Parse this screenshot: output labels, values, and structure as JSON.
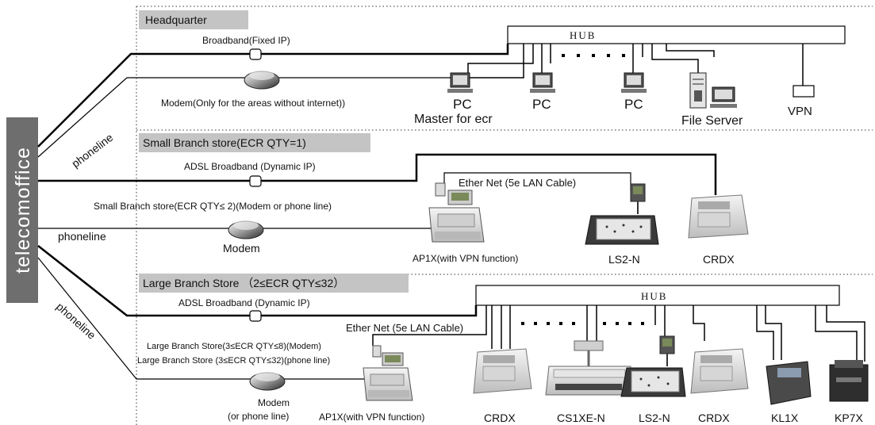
{
  "telecom_label": "telecomoffice",
  "headquarter": {
    "title": "Headquarter",
    "hub": "HUB",
    "line_broadband": "Broadband(Fixed IP)",
    "line_modem": "Modem(Only for the areas without internet))",
    "phone_line": "phoneline",
    "pc_master": "PC",
    "pc_master_sub": "Master  for  ecr",
    "pc2": "PC",
    "pc3": "PC",
    "file_server": "File Server",
    "vpn": "VPN"
  },
  "small_branch": {
    "title": "Small Branch store(ECR QTY=1)",
    "line_adsl": "ADSL  Broadband (Dynamic IP)",
    "line_modem_desc": "Small Branch store(ECR QTY≤ 2)(Modem or phone line)",
    "ether_net": "Ether Net (5e LAN Cable)",
    "phone_line": "phoneline",
    "modem": "Modem",
    "ap1x": "AP1X(with VPN function)",
    "ls2n": "LS2-N",
    "crdx": "CRDX"
  },
  "large_branch": {
    "title": "Large Branch Store （2≤ECR QTY≤32）",
    "line_adsl": "ADSL  Broadband (Dynamic IP)",
    "hub": "HUB",
    "ether_net": "Ether Net (5e LAN Cable)",
    "line_modem_desc1": "Large Branch Store(3≤ECR QTY≤8)(Modem)",
    "line_modem_desc2": "Large Branch Store (3≤ECR QTY≤32)(phone line)",
    "phone_line": "phoneline",
    "modem": "Modem",
    "modem_sub": "(or phone line)",
    "ap1x": "AP1X(with VPN function)",
    "devices": [
      "CRDX",
      "CS1XE-N",
      "LS2-N",
      "CRDX",
      "KL1X",
      "KP7X"
    ]
  },
  "colors": {
    "telecom_bg": "#6e6e6e",
    "section_label_bg": "#c4c4c4",
    "line": "#000000",
    "device_light": "#e9e9e9",
    "device_dark": "#3a3a3a"
  }
}
